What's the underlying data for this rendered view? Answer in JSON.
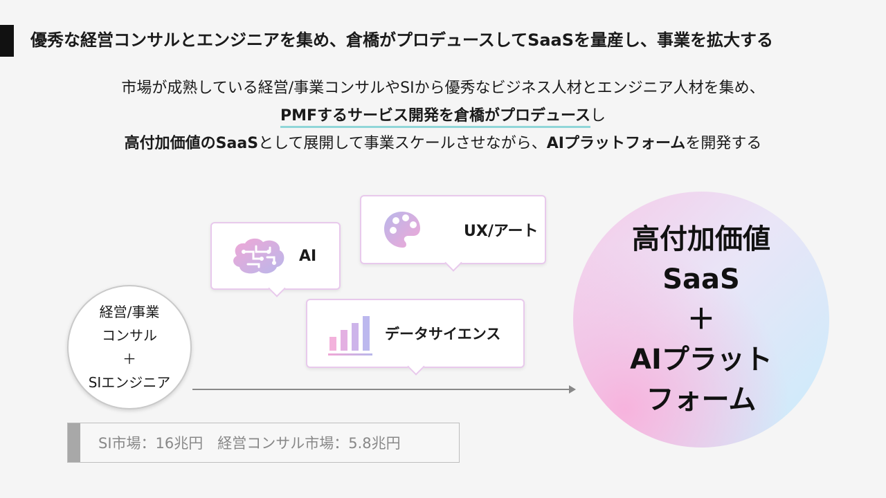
{
  "heading": "優秀な経営コンサルとエンジニアを集め、倉橋がプロデュースしてSaaSを量産し、事業を拡大する",
  "lead": {
    "line1": "市場が成熟している経営/事業コンサルやSIから優秀なビジネス人材とエンジニア人材を集め、",
    "line2_bold": "PMFするサービス開発を倉橋がプロデュース",
    "line2_tail": "し",
    "line3_bold1": "高付加価値のSaaS",
    "line3_mid": "として展開して事業スケールさせながら、",
    "line3_bold2": "AIプラットフォーム",
    "line3_tail": "を開発する"
  },
  "left_circle": {
    "line1": "経営/事業",
    "line2": "コンサル",
    "line3": "＋",
    "line4": "SIエンジニア"
  },
  "bubbles": {
    "ai": {
      "label": "AI",
      "icon": "brain-icon"
    },
    "ux": {
      "label": "UX/アート",
      "icon": "palette-icon"
    },
    "ds": {
      "label": "データサイエンス",
      "icon": "bar-chart-icon"
    }
  },
  "big_circle": {
    "line1": "高付加価値",
    "line2": "SaaS",
    "line3": "＋",
    "line4": "AIプラット",
    "line5": "フォーム"
  },
  "stats": "SI市場：16兆円　経営コンサル市場：5.8兆円",
  "colors": {
    "underline": "#8fd6d8",
    "bubble_border": "#e8c9ec",
    "gradient_pink": "#f6c9e8",
    "gradient_blue": "#c9ecfb"
  }
}
